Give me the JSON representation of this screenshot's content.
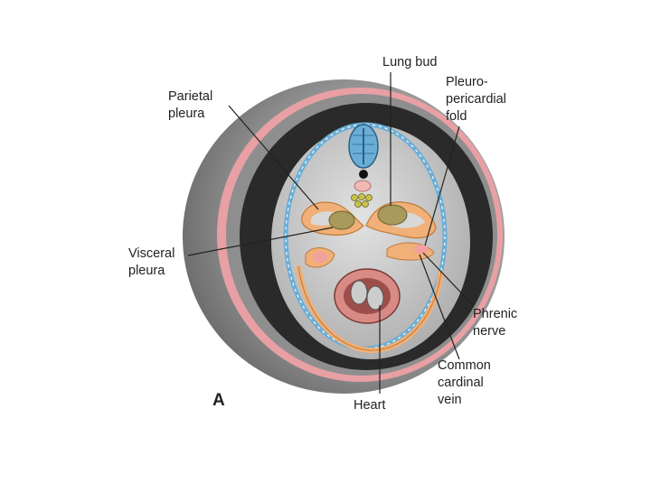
{
  "figure": {
    "panel_letter": "A",
    "labels": {
      "lung_bud": [
        "Lung bud"
      ],
      "pleuropericardial_fold": [
        "Pleuro-",
        "pericardial",
        "fold"
      ],
      "parietal_pleura": [
        "Parietal",
        "pleura"
      ],
      "visceral_pleura": [
        "Visceral",
        "pleura"
      ],
      "phrenic_nerve": [
        "Phrenic",
        "nerve"
      ],
      "common_cardinal_vein": [
        "Common",
        "cardinal",
        "vein"
      ],
      "heart": [
        "Heart"
      ]
    }
  },
  "colors": {
    "body_wall_pink": "#e8a0a4",
    "ectoderm_gray": "#8e8e8e",
    "dark_cavity": "#2a2a2a",
    "mesoderm_light": "#c8c8c8",
    "coelom_gray": "#9a9a9a",
    "blue_epithelium": "#6aaed6",
    "orange_membrane": "#f0b078",
    "lung_bud_olive": "#a89a5a",
    "leader_line": "#222222"
  }
}
